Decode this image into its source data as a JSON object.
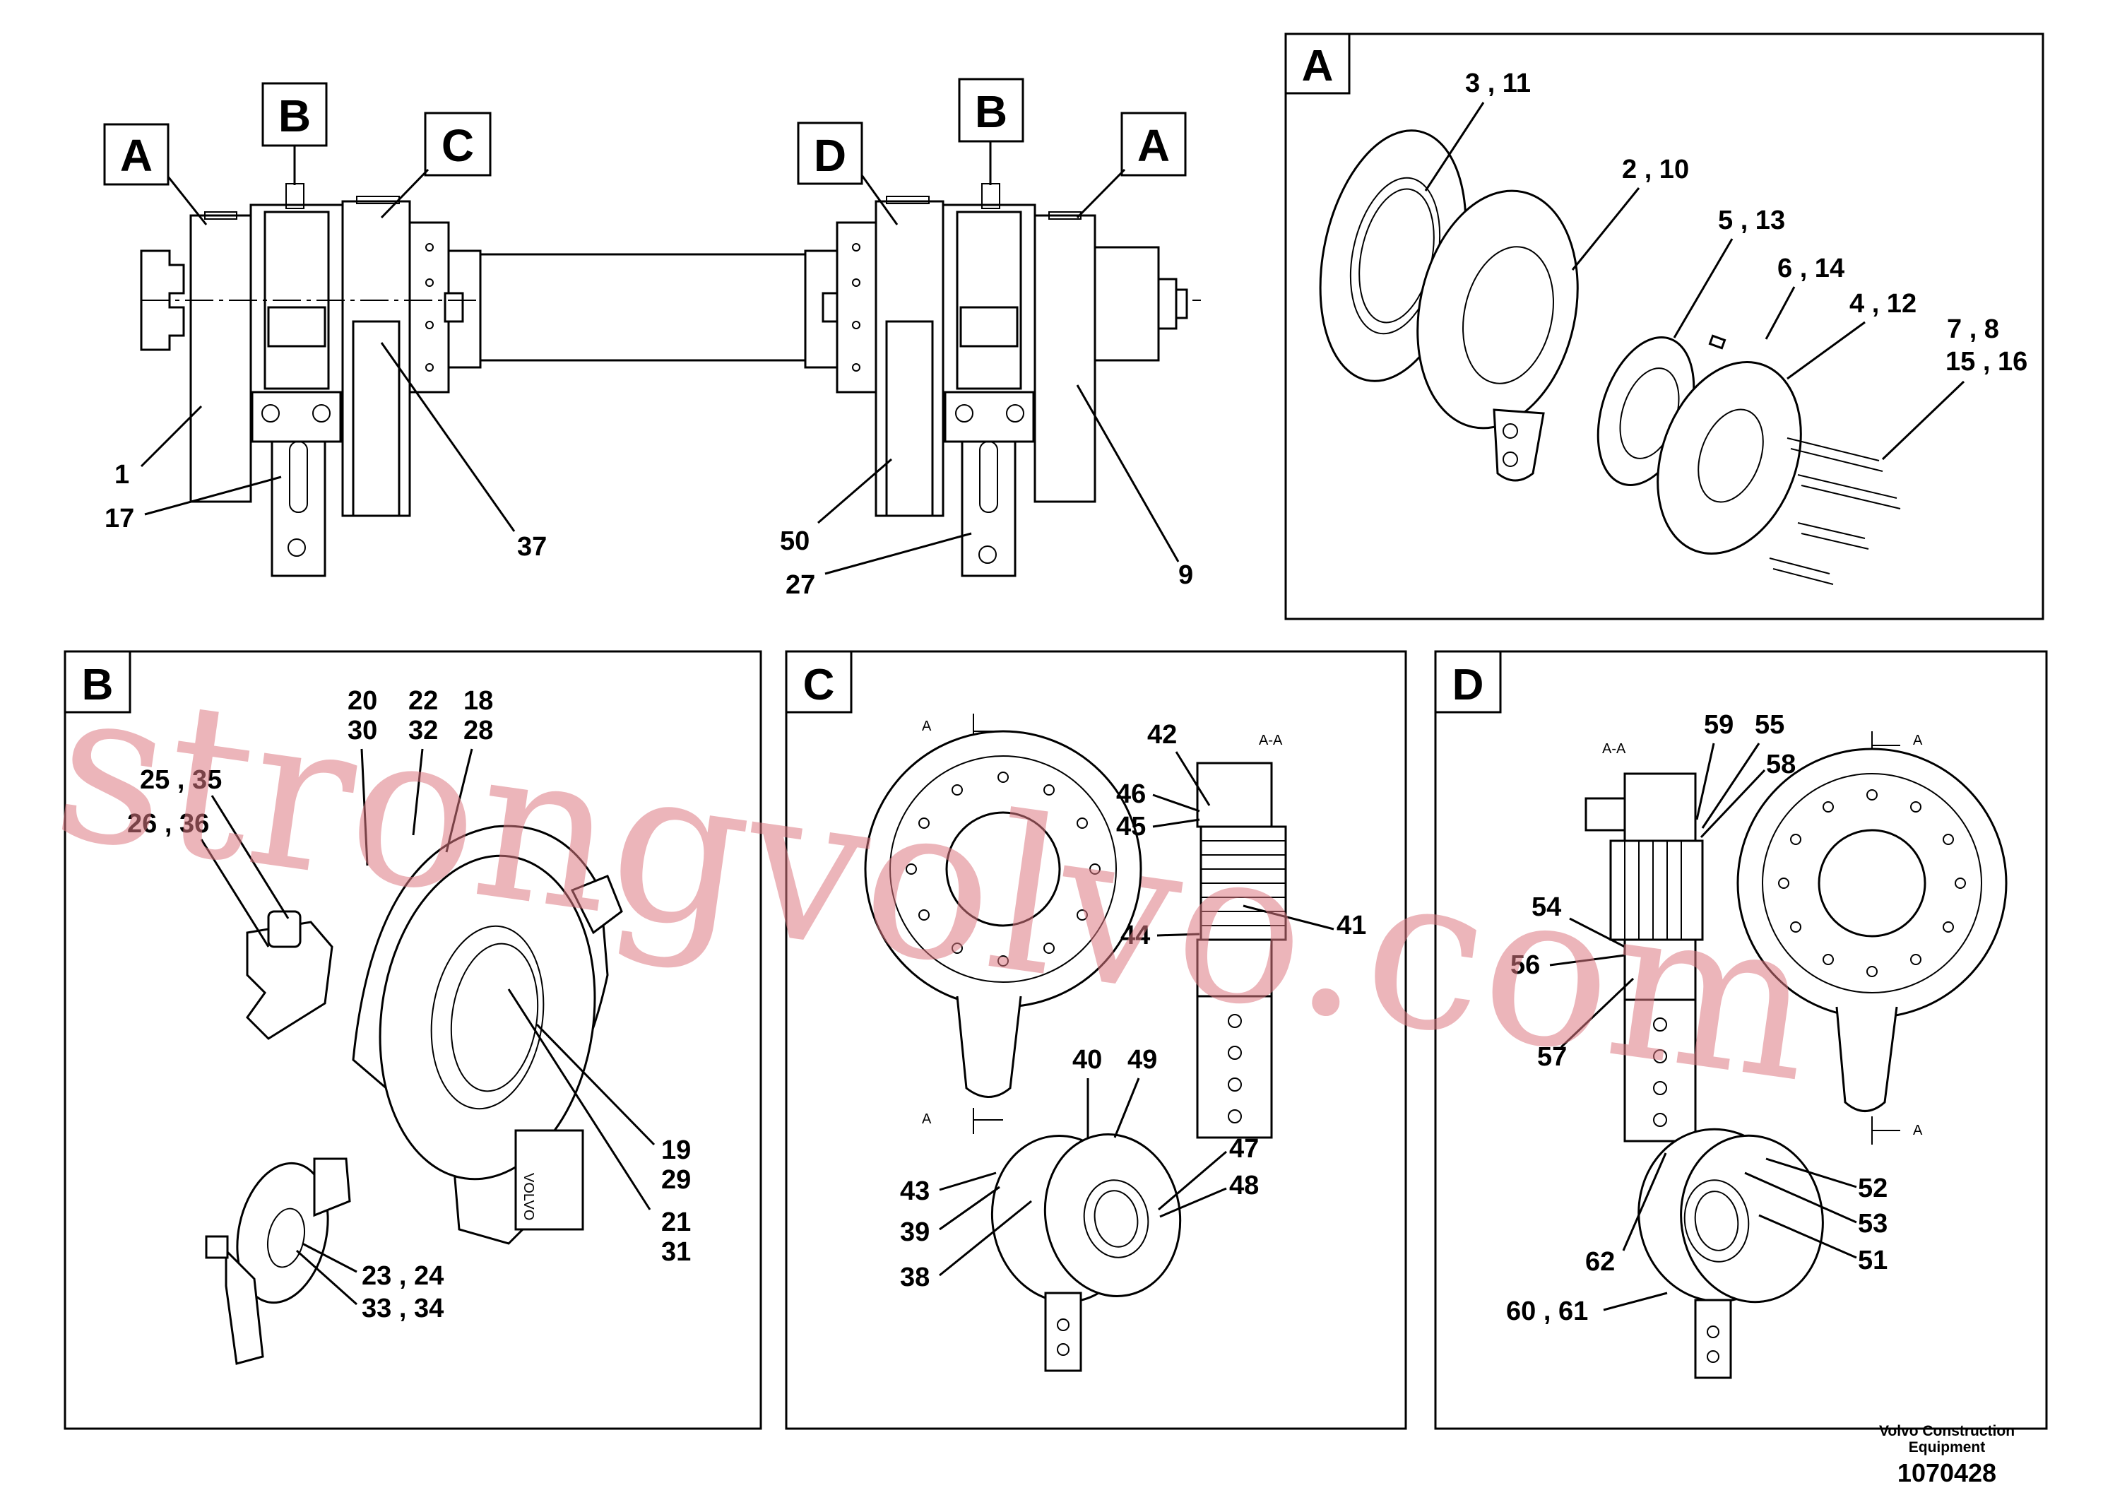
{
  "overview": {
    "callouts_left": [
      "A",
      "B",
      "C"
    ],
    "callouts_right": [
      "D",
      "B",
      "A"
    ],
    "labels_left": [
      "1",
      "17",
      "37"
    ],
    "labels_right": [
      "50",
      "27",
      "9"
    ]
  },
  "panel_a": {
    "letter": "A",
    "labels": [
      "3 , 11",
      "2 , 10",
      "5 , 13",
      "6 , 14",
      "4 , 12",
      "7 , 8",
      "15 , 16"
    ]
  },
  "panel_b": {
    "letter": "B",
    "labels": [
      "20",
      "30",
      "22",
      "32",
      "18",
      "28",
      "25 , 35",
      "26 , 36",
      "19",
      "29",
      "21",
      "31",
      "23 , 24",
      "33 , 34"
    ],
    "housing_text": "VOLVO"
  },
  "panel_c": {
    "letter": "C",
    "section_marks": [
      "A",
      "A",
      "A-A"
    ],
    "labels": [
      "42",
      "46",
      "45",
      "41",
      "44",
      "40",
      "49",
      "43",
      "39",
      "38",
      "47",
      "48"
    ]
  },
  "panel_d": {
    "letter": "D",
    "section_marks": [
      "A-A",
      "A",
      "A"
    ],
    "labels": [
      "59",
      "55",
      "58",
      "54",
      "56",
      "57",
      "52",
      "53",
      "51",
      "62",
      "60 , 61"
    ]
  },
  "watermark": "strongvolvo.com",
  "footer": {
    "company_line1": "Volvo Construction",
    "company_line2": "Equipment",
    "doc_number": "1070428"
  }
}
